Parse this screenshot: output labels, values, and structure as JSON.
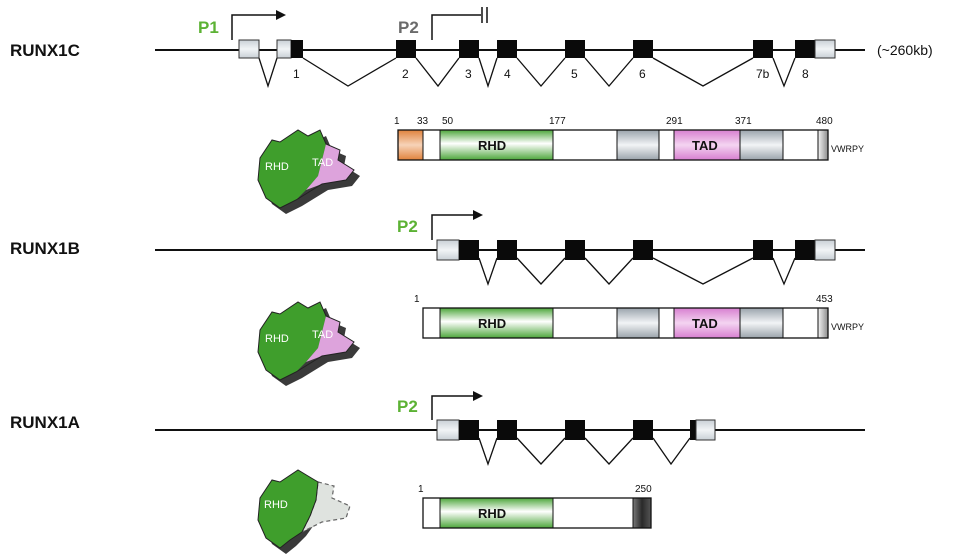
{
  "colors": {
    "promoter_p1": "#5cb234",
    "promoter_p2_gray": "#6b6b6b",
    "promoter_p2_green": "#5cb234",
    "coding_exon": "#0a0a0a",
    "utr_exon": "#dde3e8",
    "rhd_domain": "#4ca63a",
    "tad_domain": "#dd8fd6",
    "n_term_c": "#e0823c",
    "folded_rhd": "#3f9e2c",
    "folded_tad": "#dda3dc",
    "folded_absent": "#dfe3df"
  },
  "isoforms": [
    {
      "name": "RUNX1C",
      "gene_size_label": "(~260kb)",
      "promoters": [
        {
          "label": "P1",
          "color_key": "promoter_p1"
        },
        {
          "label": "P2",
          "color_key": "promoter_p2_gray",
          "blocked": true
        }
      ],
      "exon_labels": [
        "1",
        "2",
        "3",
        "4",
        "5",
        "6",
        "7b",
        "8"
      ],
      "protein": {
        "positions": [
          "1",
          "33",
          "50",
          "177",
          "291",
          "371",
          "480"
        ],
        "domains": [
          {
            "name": "RHD"
          },
          {
            "name": "TAD"
          }
        ],
        "motif": "VWRPY"
      },
      "folded": {
        "rhd_label": "RHD",
        "tad_label": "TAD",
        "tad_present": true
      }
    },
    {
      "name": "RUNX1B",
      "promoters": [
        {
          "label": "P2",
          "color_key": "promoter_p2_green"
        }
      ],
      "protein": {
        "positions": [
          "1",
          "453"
        ],
        "domains": [
          {
            "name": "RHD"
          },
          {
            "name": "TAD"
          }
        ],
        "motif": "VWRPY"
      },
      "folded": {
        "rhd_label": "RHD",
        "tad_label": "TAD",
        "tad_present": true
      }
    },
    {
      "name": "RUNX1A",
      "promoters": [
        {
          "label": "P2",
          "color_key": "promoter_p2_green"
        }
      ],
      "protein": {
        "positions": [
          "1",
          "250"
        ],
        "domains": [
          {
            "name": "RHD"
          }
        ]
      },
      "folded": {
        "rhd_label": "RHD",
        "tad_present": false
      }
    }
  ]
}
